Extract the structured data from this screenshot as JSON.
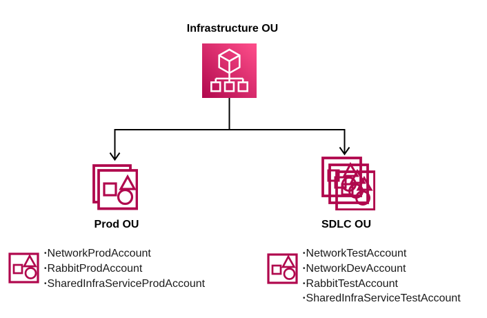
{
  "root": {
    "label": "Infrastructure OU",
    "icon": "aws-organizations-organizational-unit-icon"
  },
  "bullet": "•",
  "ous": [
    {
      "label": "Prod OU",
      "icon": "accounts-stack-icon",
      "accounts": [
        "NetworkProdAccount",
        "RabbitProdAccount",
        "SharedInfraServiceProdAccount"
      ]
    },
    {
      "label": "SDLC OU",
      "icon": "accounts-multi-stack-icon",
      "accounts": [
        "NetworkTestAccount",
        "NetworkDevAccount",
        "RabbitTestAccount",
        "SharedInfraServiceTestAccount"
      ]
    }
  ],
  "list_icon": "account-resource-icon",
  "colors": {
    "gradient_dark": "#B0084D",
    "gradient_light": "#FF4F8B",
    "outline": "#B0084D",
    "connector": "#000000",
    "heading_text": "#000000",
    "body_text": "#1A1A1A"
  }
}
